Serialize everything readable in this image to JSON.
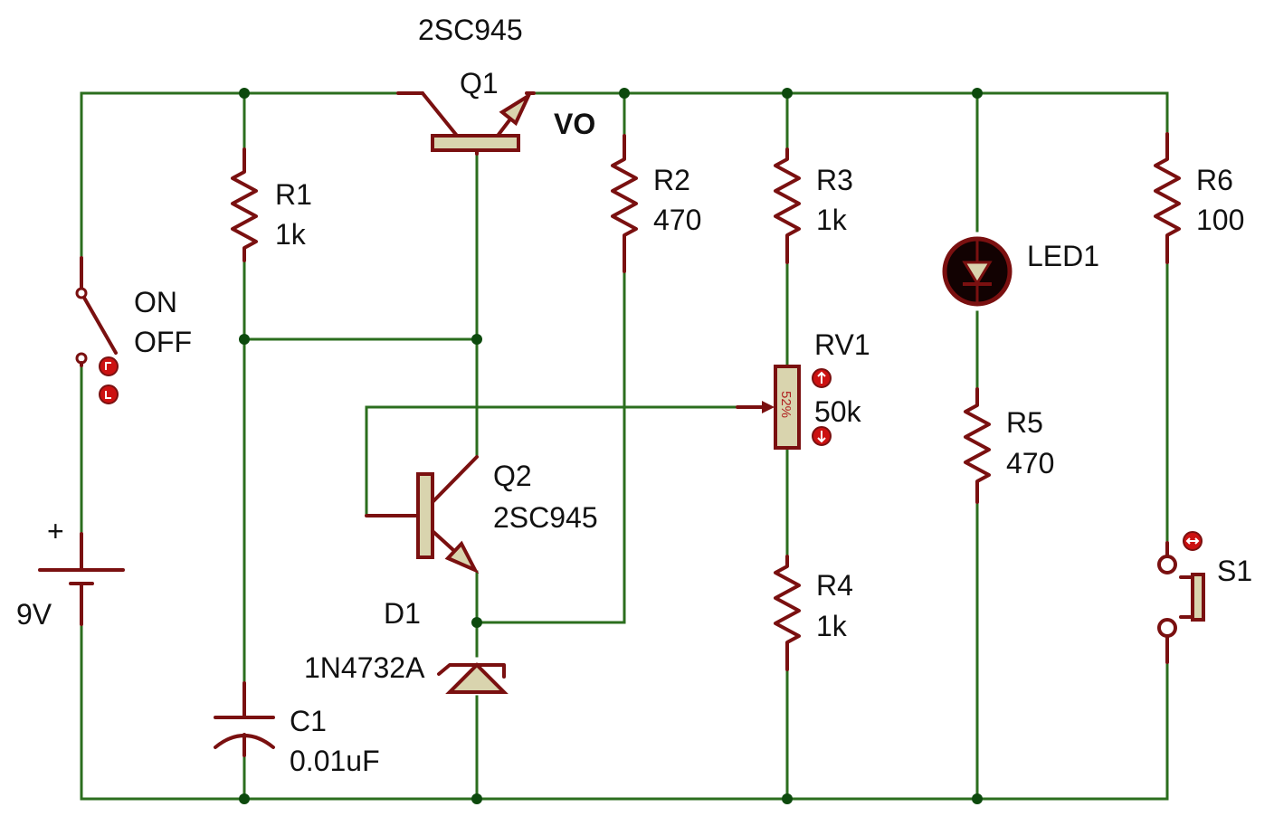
{
  "components": {
    "q1": {
      "ref": "Q1",
      "value": "2SC945"
    },
    "vo": {
      "label": "VO"
    },
    "r1": {
      "ref": "R1",
      "value": "1k"
    },
    "r2": {
      "ref": "R2",
      "value": "470"
    },
    "r3": {
      "ref": "R3",
      "value": "1k"
    },
    "rv1": {
      "ref": "RV1",
      "value": "50k",
      "wiper_percent": "52%"
    },
    "r4": {
      "ref": "R4",
      "value": "1k"
    },
    "r5": {
      "ref": "R5",
      "value": "470"
    },
    "r6": {
      "ref": "R6",
      "value": "100"
    },
    "led1": {
      "ref": "LED1"
    },
    "q2": {
      "ref": "Q2",
      "value": "2SC945"
    },
    "d1": {
      "ref": "D1",
      "value": "1N4732A"
    },
    "c1": {
      "ref": "C1",
      "value": "0.01uF"
    },
    "battery": {
      "polarity": "+",
      "value": "9V"
    },
    "switch": {
      "on_label": "ON",
      "off_label": "OFF"
    },
    "s1": {
      "ref": "S1"
    }
  },
  "colors": {
    "wire": "#2b6e1e",
    "component": "#7a1010",
    "component_fill": "#d9d4ae",
    "junction": "#0d4a0d",
    "control_button": "#cc1111"
  }
}
